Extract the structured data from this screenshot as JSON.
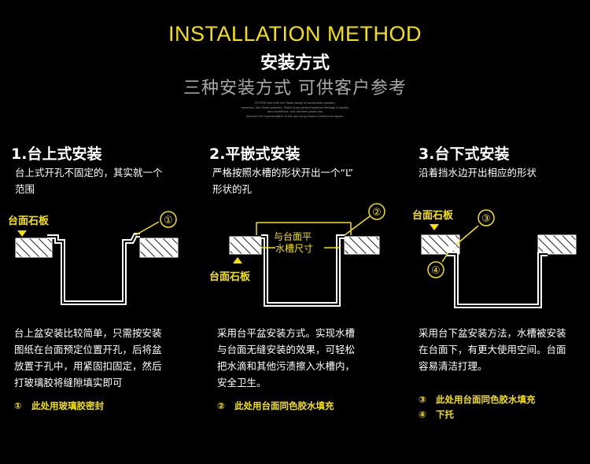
{
  "header": {
    "title_en": "INSTALLATION METHOD",
    "title_cn": "安装方式",
    "subtitle_cn": "三种安装方式 可供客户参考",
    "fine_print": [
      "RYOSR-this from the Swiss family of world-class sanitary",
      "ceramics, like Swiss watches, Swiss Army general spiritual heritage of quality",
      "and excellence, one hundred years has",
      "become the representative of the top luxury brand of bathroom space."
    ]
  },
  "sections": [
    {
      "title": "1.台上式安装",
      "desc": [
        "台上式开孔不固定的，其实就一个",
        "范围"
      ],
      "countertop_label": "台面石板",
      "marker": "①",
      "body": [
        "台上盆安装比较简单，只需按安装",
        "图纸在台面预定位置开孔，后将盆",
        "放置于孔中，用紧固扣固定，然后",
        "打玻璃胶将缝隙填实即可"
      ],
      "notes": [
        {
          "num": "①",
          "text": "此处用玻璃胶密封"
        }
      ]
    },
    {
      "title": "2.平嵌式安装",
      "desc": [
        "严格按照水槽的形状开出一个“L”",
        "形状的孔"
      ],
      "countertop_label": "台面石板",
      "marker": "②",
      "flush_label_1": "与台面平",
      "flush_label_2": "水槽尺寸",
      "body": [
        "采用台平盆安装方式。实现水槽",
        "与台面无缝安装的效果，可轻松",
        "把水滴和其他污渍擦入水槽内，",
        "安全卫生。"
      ],
      "notes": [
        {
          "num": "②",
          "text": "此处用台面同色胶水填充"
        }
      ]
    },
    {
      "title": "3.台下式安装",
      "desc": [
        "沿着挡水边开出相应的形状"
      ],
      "countertop_label": "台面石板",
      "marker_a": "③",
      "marker_b": "④",
      "body": [
        "采用台下盆安装方法，水槽被安装",
        "在台面下，有更大使用空间。台面",
        "容易清洁打理。"
      ],
      "notes": [
        {
          "num": "③",
          "text": "此处用台面同色胶水填充"
        },
        {
          "num": "④",
          "text": "下托"
        }
      ]
    }
  ],
  "colors": {
    "accent": "#f5e200",
    "background": "#000000",
    "text": "#ffffff",
    "muted": "#a9a9a9"
  }
}
